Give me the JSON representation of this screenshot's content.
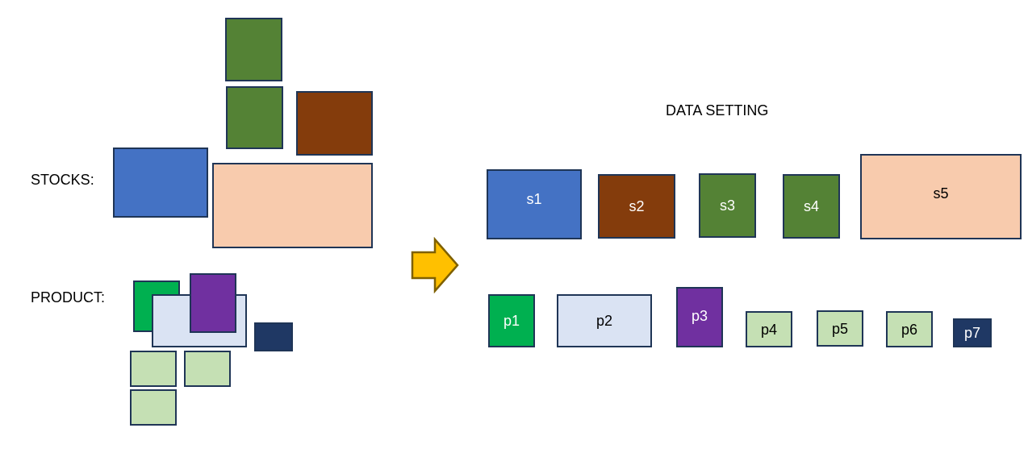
{
  "labels": {
    "stocks": "STOCKS:",
    "product": "PRODUCT:",
    "title": "DATA SETTING"
  },
  "colors": {
    "blue": "#4472c4",
    "brown": "#843c0c",
    "dark_green": "#548235",
    "peach": "#f8cbad",
    "green": "#00b050",
    "pale_blue": "#dae3f3",
    "purple": "#7030a0",
    "light_green": "#c5e0b4",
    "navy": "#1f3864",
    "border": "#1f3556",
    "arrow_fill": "#ffc000",
    "arrow_stroke": "#7f6000"
  },
  "stocks": [
    {
      "id": "s1",
      "label": "s1",
      "color": "blue"
    },
    {
      "id": "s2",
      "label": "s2",
      "color": "brown"
    },
    {
      "id": "s3",
      "label": "s3",
      "color": "dark_green"
    },
    {
      "id": "s4",
      "label": "s4",
      "color": "dark_green"
    },
    {
      "id": "s5",
      "label": "s5",
      "color": "peach"
    }
  ],
  "products": [
    {
      "id": "p1",
      "label": "p1",
      "color": "green"
    },
    {
      "id": "p2",
      "label": "p2",
      "color": "pale_blue"
    },
    {
      "id": "p3",
      "label": "p3",
      "color": "purple"
    },
    {
      "id": "p4",
      "label": "p4",
      "color": "light_green"
    },
    {
      "id": "p5",
      "label": "p5",
      "color": "light_green"
    },
    {
      "id": "p6",
      "label": "p6",
      "color": "light_green"
    },
    {
      "id": "p7",
      "label": "p7",
      "color": "navy"
    }
  ]
}
